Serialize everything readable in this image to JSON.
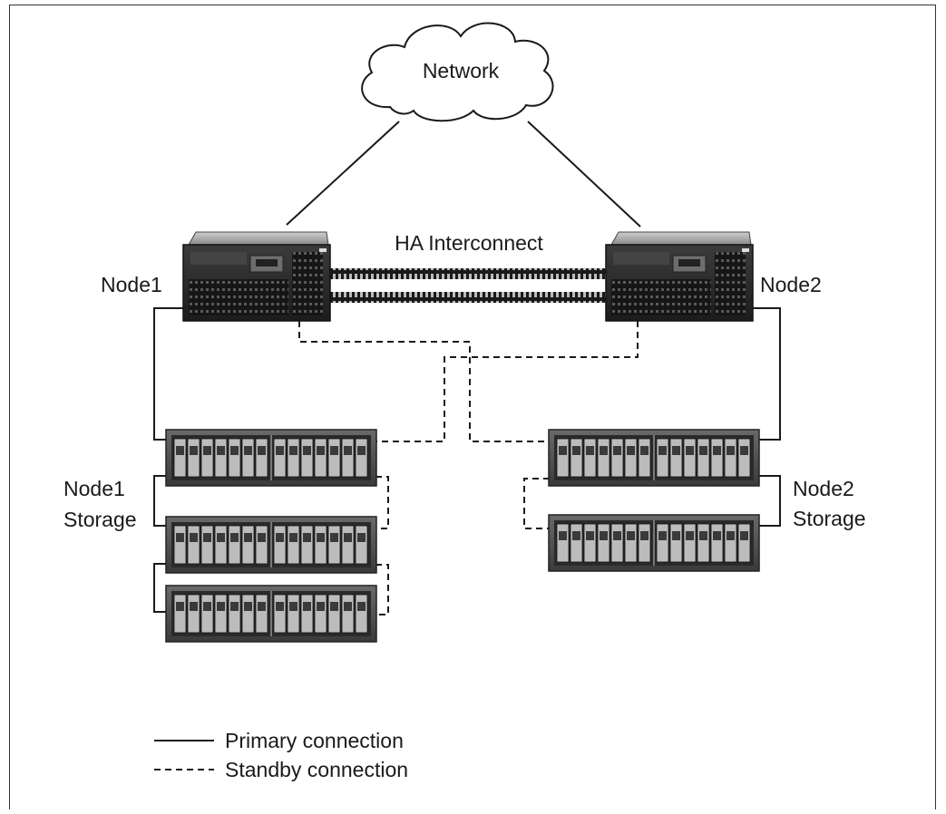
{
  "diagram": {
    "network_label": "Network",
    "interconnect_label": "HA Interconnect",
    "node1_label": "Node1",
    "node2_label": "Node2",
    "node1_storage_label": [
      "Node1",
      "Storage"
    ],
    "node2_storage_label": [
      "Node2",
      "Storage"
    ]
  },
  "legend": {
    "primary_label": "Primary connection",
    "standby_label": "Standby connection"
  },
  "colors": {
    "line": "#1a1a1a",
    "server_body": "#2b2b2b",
    "storage_body": "#3a3a3a"
  }
}
